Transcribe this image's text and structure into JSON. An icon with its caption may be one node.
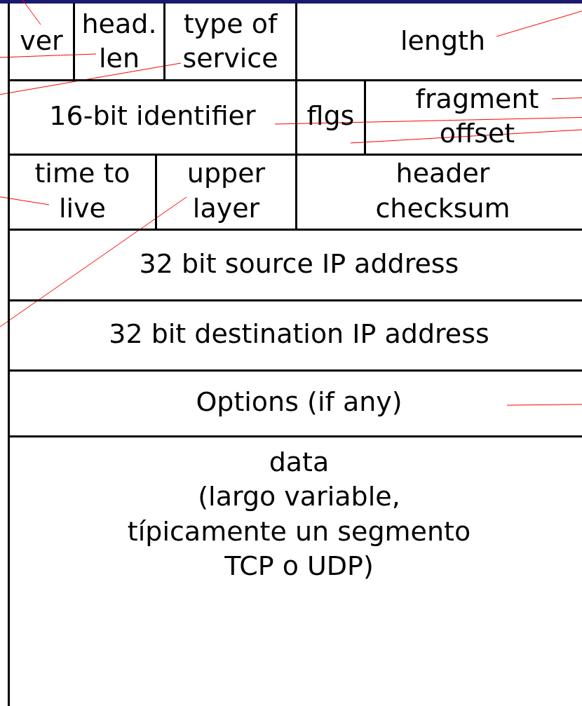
{
  "diagram": {
    "nodes": [
      {
        "text": [
          "ver"
        ]
      },
      {
        "text": [
          "head. len"
        ]
      },
      {
        "text": [
          "type of service"
        ]
      },
      {
        "text": [
          "length"
        ]
      },
      {
        "text": [
          "16-bit identifier"
        ]
      },
      {
        "text": [
          "flgs"
        ]
      },
      {
        "text": [
          "fragment offset"
        ]
      },
      {
        "text": [
          "time to live"
        ]
      },
      {
        "text": [
          "upper layer"
        ]
      },
      {
        "text": [
          "header checksum"
        ]
      },
      {
        "text": [
          "32 bit source IP address"
        ]
      },
      {
        "text": [
          "32 bit destination IP address"
        ]
      },
      {
        "text": [
          "Options (if any)"
        ]
      },
      {
        "text": [
          "data",
          "(largo variable, típicamente un segmento TCP o UDP)"
        ]
      }
    ],
    "edges": [
      {
        "from": 0,
        "to": null,
        "arrow": "none"
      },
      {
        "from": 1,
        "to": null,
        "arrow": "none"
      },
      {
        "from": 2,
        "to": null,
        "arrow": "none"
      },
      {
        "from": 3,
        "to": null,
        "arrow": "none"
      },
      {
        "from": 4,
        "to": null,
        "arrow": "none"
      },
      {
        "from": 6,
        "to": null,
        "arrow": "none"
      },
      {
        "from": 5,
        "to": null,
        "arrow": "none"
      },
      {
        "from": 7,
        "to": null,
        "arrow": "none"
      },
      {
        "from": 8,
        "to": null,
        "arrow": "none"
      },
      {
        "from": 12,
        "to": null,
        "arrow": "none"
      }
    ]
  }
}
